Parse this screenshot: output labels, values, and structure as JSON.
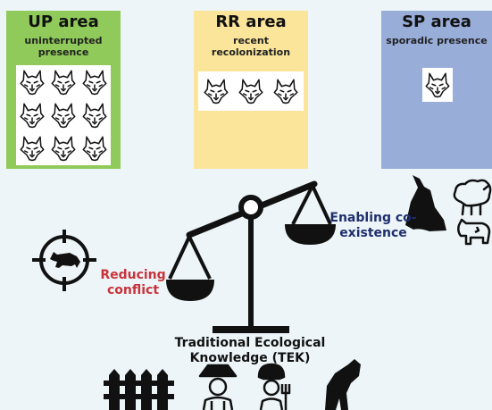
{
  "areas": [
    {
      "title": "UP area",
      "subtitle": "uninterrupted presence",
      "wolf_count": 9,
      "color": "#8fca5a"
    },
    {
      "title": "RR area",
      "subtitle": "recent recolonization",
      "wolf_count": 3,
      "color": "#fae59a"
    },
    {
      "title": "SP area",
      "subtitle": "sporadic presence",
      "wolf_count": 1,
      "color": "#99add9"
    }
  ],
  "labels": {
    "enabling": "Enabling co-existence",
    "reducing": "Reducing conflict",
    "tek": "Traditional Ecological Knowledge (TEK)"
  },
  "colors": {
    "background": "#edf5f8",
    "enabling": "#1f2e6e",
    "reducing": "#c8343a"
  },
  "icons": [
    "wolf-face-icon",
    "balance-scale-icon",
    "crosshair-wolf-icon",
    "howling-wolf-icon",
    "sheep-icon",
    "cow-icon",
    "fence-icon",
    "farmer-icon",
    "farmer-woman-icon",
    "guard-dog-icon"
  ]
}
